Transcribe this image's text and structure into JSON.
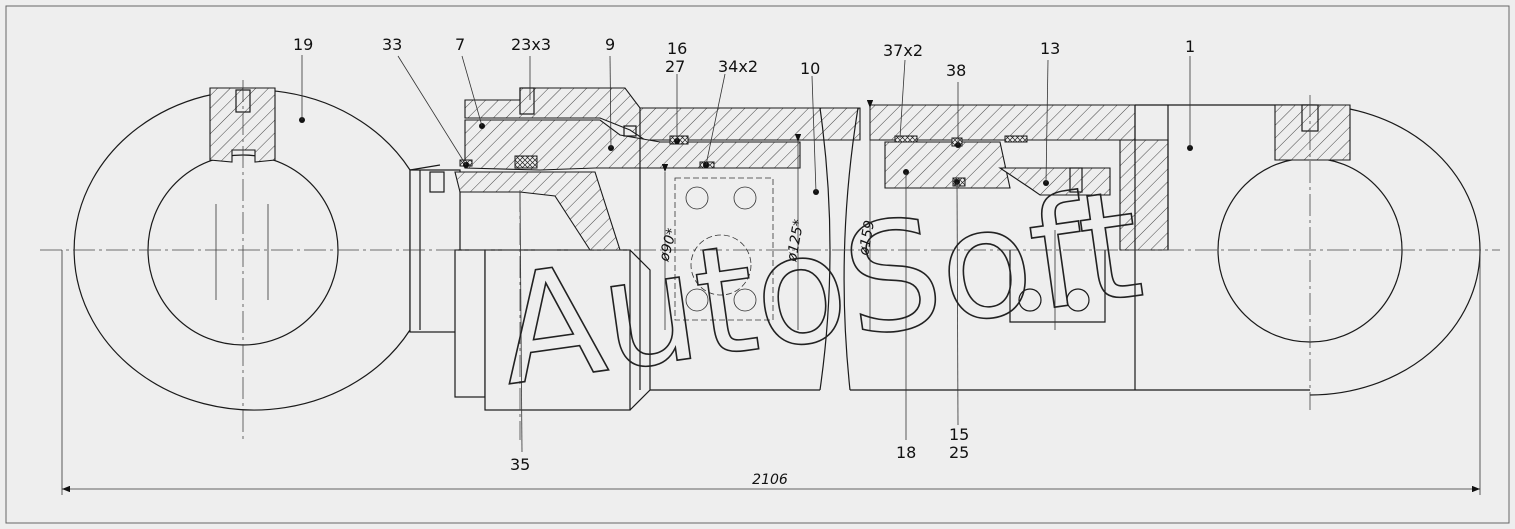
{
  "callouts": [
    {
      "id": "c19",
      "text": "19"
    },
    {
      "id": "c33",
      "text": "33"
    },
    {
      "id": "c7",
      "text": "7"
    },
    {
      "id": "c23",
      "text": "23x3"
    },
    {
      "id": "c9",
      "text": "9"
    },
    {
      "id": "c16",
      "text": "16"
    },
    {
      "id": "c27",
      "text": "27"
    },
    {
      "id": "c34",
      "text": "34x2"
    },
    {
      "id": "c10",
      "text": "10"
    },
    {
      "id": "c37",
      "text": "37x2"
    },
    {
      "id": "c38",
      "text": "38"
    },
    {
      "id": "c13",
      "text": "13"
    },
    {
      "id": "c1",
      "text": "1"
    },
    {
      "id": "c35",
      "text": "35"
    },
    {
      "id": "c18",
      "text": "18"
    },
    {
      "id": "c15",
      "text": "15"
    },
    {
      "id": "c25",
      "text": "25"
    }
  ],
  "dimensions": {
    "overall_length": "2106",
    "dia_rod": "ø90*",
    "dia_bore": "ø125*",
    "dia_tube": "ø159"
  },
  "watermark": "AutoSoft"
}
